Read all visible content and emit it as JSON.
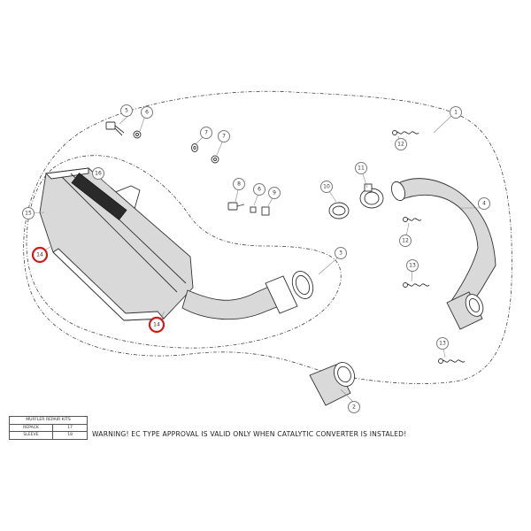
{
  "diagram": {
    "highlight_color": "#d11a1a",
    "callouts": [
      {
        "num": "1",
        "highlighted": false
      },
      {
        "num": "2",
        "highlighted": false
      },
      {
        "num": "3",
        "highlighted": false
      },
      {
        "num": "4",
        "highlighted": false
      },
      {
        "num": "5",
        "highlighted": false
      },
      {
        "num": "6",
        "highlighted": false
      },
      {
        "num": "7",
        "highlighted": false
      },
      {
        "num": "7",
        "highlighted": false
      },
      {
        "num": "8",
        "highlighted": false
      },
      {
        "num": "6",
        "highlighted": false
      },
      {
        "num": "9",
        "highlighted": false
      },
      {
        "num": "10",
        "highlighted": false
      },
      {
        "num": "11",
        "highlighted": false
      },
      {
        "num": "12",
        "highlighted": false
      },
      {
        "num": "12",
        "highlighted": false
      },
      {
        "num": "13",
        "highlighted": false
      },
      {
        "num": "13",
        "highlighted": false
      },
      {
        "num": "14",
        "highlighted": true
      },
      {
        "num": "14",
        "highlighted": true
      },
      {
        "num": "15",
        "highlighted": false
      },
      {
        "num": "16",
        "highlighted": false
      }
    ]
  },
  "repair_kits": {
    "title": "MUFFLER REPAIR KITS",
    "rows": [
      {
        "label": "REPACK",
        "value": "17"
      },
      {
        "label": "SLEEVE",
        "value": "18"
      }
    ]
  },
  "warning": "WARNING! EC TYPE APPROVAL IS VALID ONLY WHEN CATALYTIC CONVERTER IS INSTALED!"
}
